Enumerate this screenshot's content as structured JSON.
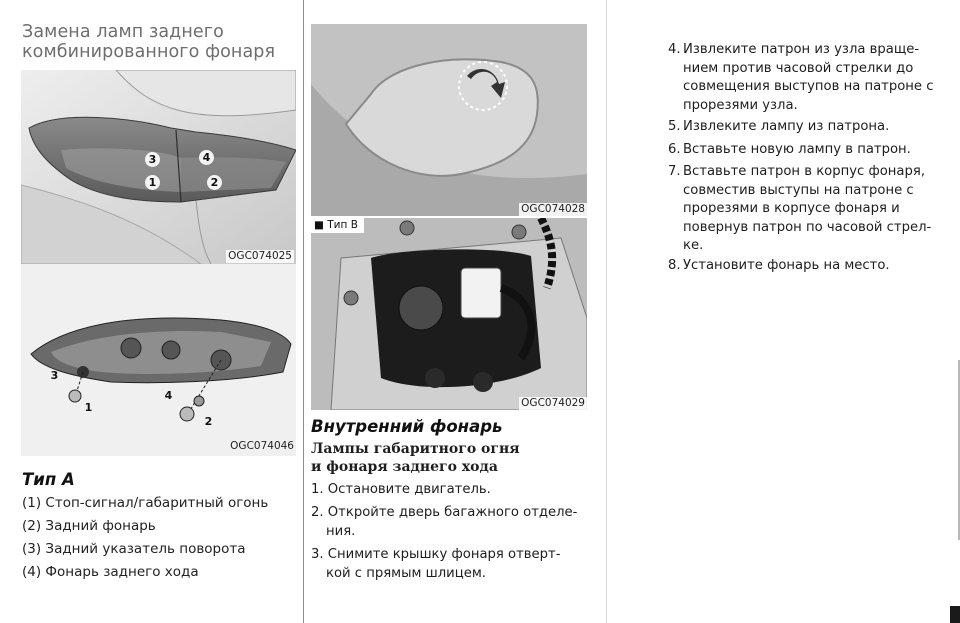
{
  "page": {
    "title_line1": "Замена ламп заднего",
    "title_line2": "комбинированного фонаря"
  },
  "figures": {
    "fig1": {
      "code": "OGC074025",
      "callouts": [
        "3",
        "4",
        "1",
        "2"
      ]
    },
    "fig2": {
      "code": "OGC074046",
      "callouts": [
        "3",
        "4",
        "1",
        "2"
      ]
    },
    "fig3": {
      "code": "OGC074028"
    },
    "fig4": {
      "code": "OGC074029",
      "tag": "■ Тип B"
    }
  },
  "type_a": {
    "heading": "Тип A",
    "items": [
      "(1) Стоп-сигнал/габаритный огонь",
      "(2) Задний фонарь",
      "(3) Задний указатель поворота",
      "(4) Фонарь заднего хода"
    ]
  },
  "inner_lamp": {
    "heading": "Внутренний фонарь",
    "subheading_line1": "Лампы габаритного огня",
    "subheading_line2": "и фонаря заднего хода",
    "steps": [
      {
        "num": "1.",
        "line1": "Остановите двигатель.",
        "line2": ""
      },
      {
        "num": "2.",
        "line1": "Откройте дверь багажного отделе-",
        "line2": "ния."
      },
      {
        "num": "3.",
        "line1": "Снимите крышку фонаря отверт-",
        "line2": "кой с прямым шлицем."
      }
    ]
  },
  "right_steps": [
    {
      "num": "4.",
      "lines": [
        "Извлеките патрон из узла враще-",
        "нием против часовой стрелки до",
        "совмещения выступов на патроне с",
        "прорезями узла."
      ]
    },
    {
      "num": "5.",
      "lines": [
        "Извлеките лампу из патрона."
      ]
    },
    {
      "num": "6.",
      "lines": [
        "Вставьте новую лампу в патрон."
      ]
    },
    {
      "num": "7.",
      "lines": [
        "Вставьте патрон в корпус фонаря,",
        "совместив выступы на патроне с",
        "прорезями в корпусе фонаря и",
        "повернув патрон по часовой стрел-",
        "ке."
      ]
    },
    {
      "num": "8.",
      "lines": [
        "Установите фонарь на место."
      ]
    }
  ]
}
